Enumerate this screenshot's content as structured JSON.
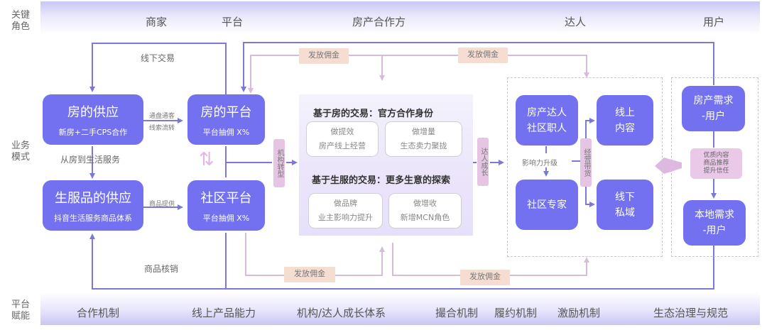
{
  "rows": {
    "key_roles": "关键\n角色",
    "business_model": "业务\n模式",
    "platform_enablement": "平台\n赋能"
  },
  "roles": [
    "商家",
    "平台",
    "房产合作方",
    "达人",
    "用户"
  ],
  "merchant": {
    "house_supply": {
      "title": "房的供应",
      "subtitle": "新房+二手CPS合作"
    },
    "life_supply": {
      "title": "生服品的供应",
      "subtitle": "抖音生活服务商品体系"
    },
    "transition_label": "从房到生活服务"
  },
  "platform": {
    "house_platform": {
      "title": "房的平台",
      "subtitle": "平台抽佣 X%"
    },
    "community_platform": {
      "title": "社区平台",
      "subtitle": "平台抽佣 X%"
    }
  },
  "edges": {
    "offline_trade": "线下交易",
    "house_flow_line1": "通盘通客",
    "house_flow_line2": "线索流转",
    "goods_provide": "商品提供",
    "goods_verify": "商品核销",
    "commission": "发放佣金",
    "org_transform": "机构转型",
    "talent_growth": "达人成长",
    "influence_upgrade": "影响力升级",
    "operate_sell": "经营带货"
  },
  "partner": {
    "section1_title": "基于房的交易：官方合作身份",
    "section2_title": "基于生服的交易：更多生意的探索",
    "cards": [
      {
        "title": "做提效",
        "desc": "房产线上经营"
      },
      {
        "title": "做增量",
        "desc": "生态卖力聚拢"
      },
      {
        "title": "做品牌",
        "desc": "业主影响力提升"
      },
      {
        "title": "做增收",
        "desc": "新增MCN角色"
      }
    ]
  },
  "talent": {
    "house_talent": "房产达人\n社区职人",
    "community_expert": "社区专家",
    "online_content": "线上\n内容",
    "offline_private": "线下\n私域"
  },
  "user": {
    "house_demand": "房产需求\n-用户",
    "local_demand": "本地需求\n-用户",
    "value": "优质内容\n商品推荐\n提升信任"
  },
  "capabilities": [
    "合作机制",
    "线上产品能力",
    "机构/达人成长体系",
    "撮合机制",
    "履约机制",
    "激励机制",
    "生态治理与规范"
  ],
  "colors": {
    "box": "#7371f0",
    "line": "#7b79d4",
    "pink_line": "#d6bcd8",
    "tag": "#f6ddd2",
    "vtag": "#e6c4e4"
  }
}
